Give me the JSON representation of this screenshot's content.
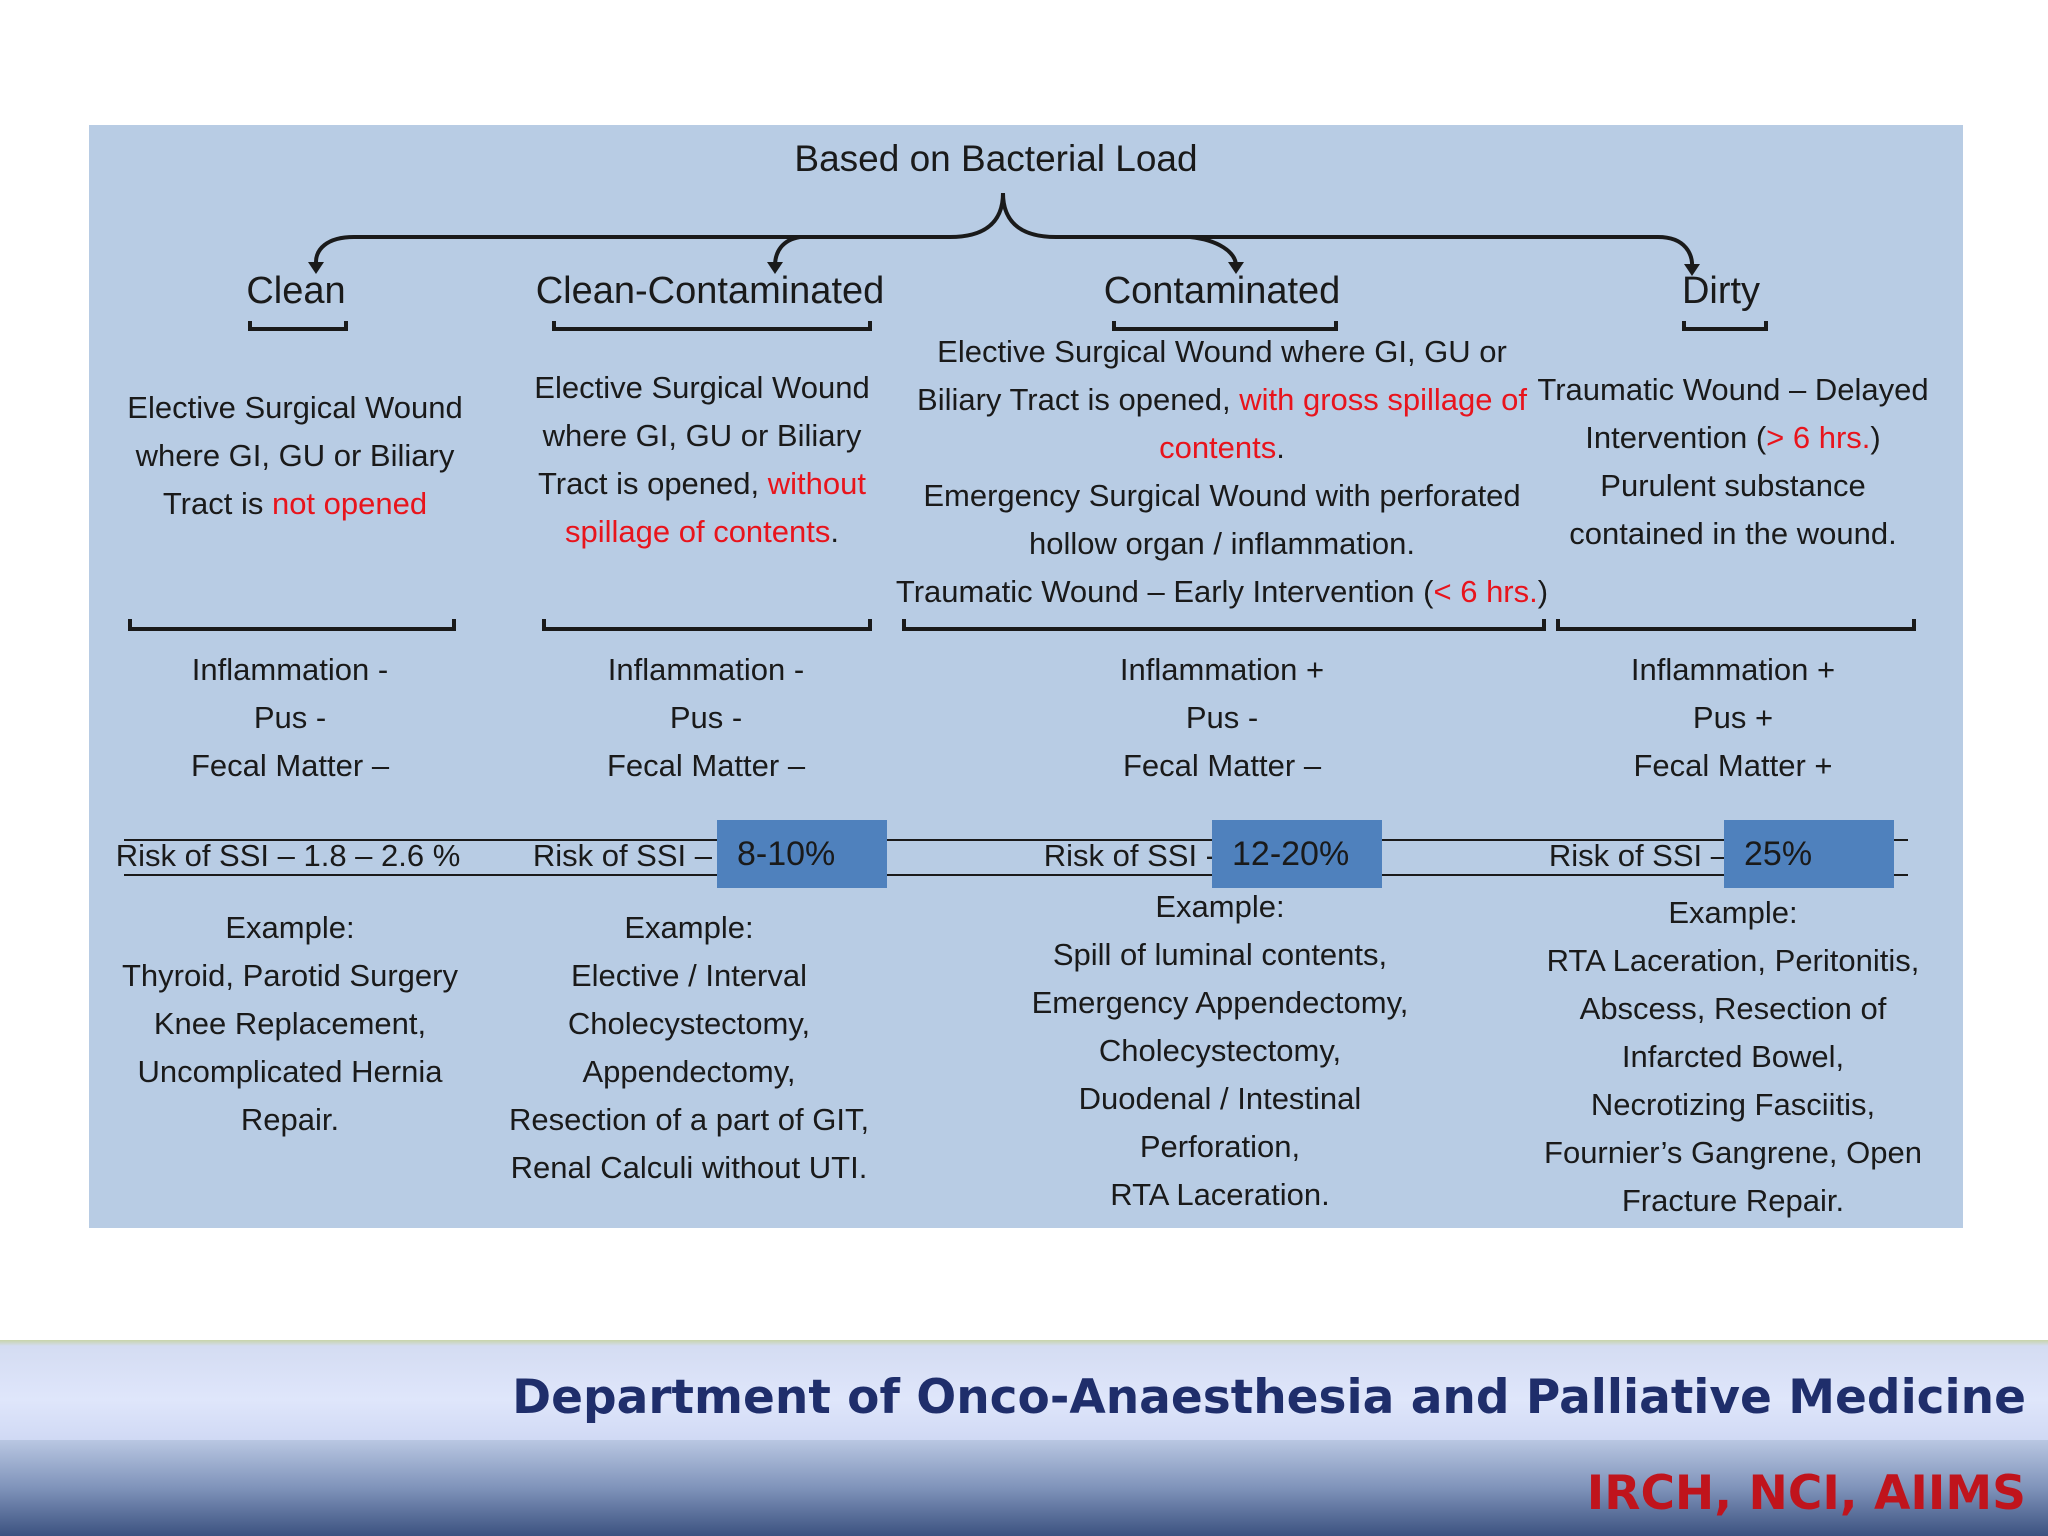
{
  "title": "Based on Bacterial Load",
  "categories": [
    {
      "name": "Clean",
      "desc_lines": [
        [
          {
            "text": "Elective Surgical Wound"
          }
        ],
        [
          {
            "text": "where GI, GU or Biliary"
          }
        ],
        [
          {
            "text": "Tract is "
          },
          {
            "text": "not opened",
            "red": true
          }
        ]
      ],
      "signs": [
        "Inflammation  -",
        "Pus -",
        "Fecal Matter –"
      ],
      "risk_label": "Risk of SSI – 1.8 – 2.6 %",
      "risk_value": "",
      "example_title": "Example:",
      "example_lines": [
        "Thyroid, Parotid Surgery",
        "Knee Replacement,",
        "Uncomplicated Hernia",
        "Repair."
      ]
    },
    {
      "name": "Clean-Contaminated",
      "desc_lines": [
        [
          {
            "text": "Elective Surgical Wound"
          }
        ],
        [
          {
            "text": "where GI, GU or Biliary"
          }
        ],
        [
          {
            "text": "Tract is opened, "
          },
          {
            "text": "without",
            "red": true
          }
        ],
        [
          {
            "text": "spillage of contents",
            "red": true
          },
          {
            "text": "."
          }
        ]
      ],
      "signs": [
        "Inflammation -",
        "Pus -",
        "Fecal Matter –"
      ],
      "risk_label": "Risk of SSI –",
      "risk_value": "8-10%",
      "example_title": "Example:",
      "example_lines": [
        "Elective / Interval",
        "Cholecystectomy,",
        "Appendectomy,",
        "Resection of a part of GIT,",
        "Renal Calculi without UTI."
      ]
    },
    {
      "name": "Contaminated",
      "desc_lines": [
        [
          {
            "text": "Elective Surgical Wound where GI, GU or"
          }
        ],
        [
          {
            "text": "Biliary Tract is opened, "
          },
          {
            "text": "with gross spillage of",
            "red": true
          }
        ],
        [
          {
            "text": "contents",
            "red": true
          },
          {
            "text": "."
          }
        ],
        [
          {
            "text": "Emergency Surgical Wound with perforated"
          }
        ],
        [
          {
            "text": "hollow organ / inflammation."
          }
        ],
        [
          {
            "text": "Traumatic Wound – Early Intervention ("
          },
          {
            "text": "< 6 hrs.",
            "red": true
          },
          {
            "text": ")"
          }
        ]
      ],
      "signs": [
        "Inflammation +",
        "Pus -",
        "Fecal Matter –"
      ],
      "risk_label": "Risk of SSI -",
      "risk_value": "12-20%",
      "example_title": "Example:",
      "example_lines": [
        "Spill of luminal contents,",
        "Emergency Appendectomy,",
        "Cholecystectomy,",
        "Duodenal / Intestinal",
        "Perforation,",
        "RTA Laceration."
      ]
    },
    {
      "name": "Dirty",
      "desc_lines": [
        [
          {
            "text": "Traumatic Wound – Delayed"
          }
        ],
        [
          {
            "text": "Intervention ("
          },
          {
            "text": "> 6 hrs.",
            "red": true
          },
          {
            "text": ")"
          }
        ],
        [
          {
            "text": "Purulent substance"
          }
        ],
        [
          {
            "text": "contained in the wound."
          }
        ]
      ],
      "signs": [
        "Inflammation +",
        "Pus +",
        "Fecal Matter +"
      ],
      "risk_label": "Risk of SSI –",
      "risk_value": "25%",
      "example_title": "Example:",
      "example_lines": [
        "RTA Laceration, Peritonitis,",
        "Abscess, Resection of",
        "Infarcted Bowel,",
        "Necrotizing Fasciitis,",
        "Fournier’s Gangrene, Open",
        "Fracture Repair."
      ]
    }
  ],
  "footer": {
    "department": "Department of Onco-Anaesthesia and Palliative Medicine",
    "institute": "IRCH, NCI, AIIMS"
  },
  "colors": {
    "panel": "#b8cce4",
    "risk_box": "#4f81bd",
    "highlight_red": "#e8141c",
    "footer_dept": "#1f2e6b",
    "footer_inst": "#c0141c"
  }
}
